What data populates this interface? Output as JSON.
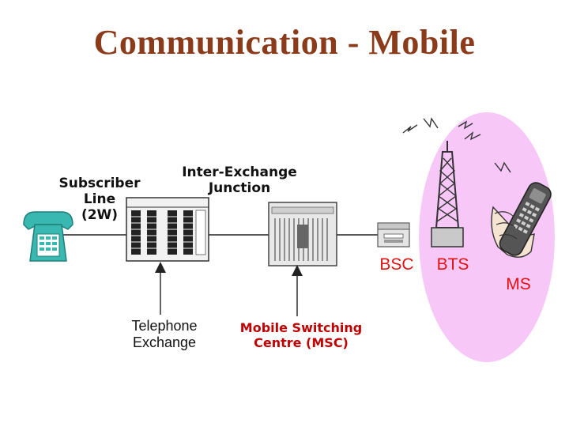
{
  "title": "Communication - Mobile",
  "labels": {
    "subscriber_line": [
      "Subscriber",
      "Line",
      "(2W)"
    ],
    "inter_exchange": [
      "Inter-Exchange",
      "Junction"
    ],
    "telephone_exchange": [
      "Telephone",
      "Exchange"
    ],
    "msc": [
      "Mobile Switching",
      "Centre (MSC)"
    ],
    "bsc": "BSC",
    "bts": "BTS",
    "ms": "MS"
  },
  "colors": {
    "title": "#8b3a1a",
    "accent_red": "#e01010",
    "msc_label": "#c00000",
    "ms_zone": "#f7c8f7",
    "phone_teal": "#38b8b0"
  },
  "icons": [
    "telephone-icon",
    "telephone-exchange-icon",
    "msc-rack-icon",
    "bsc-unit-icon",
    "bts-tower-icon",
    "mobile-handset-icon",
    "radio-wave-icon"
  ]
}
